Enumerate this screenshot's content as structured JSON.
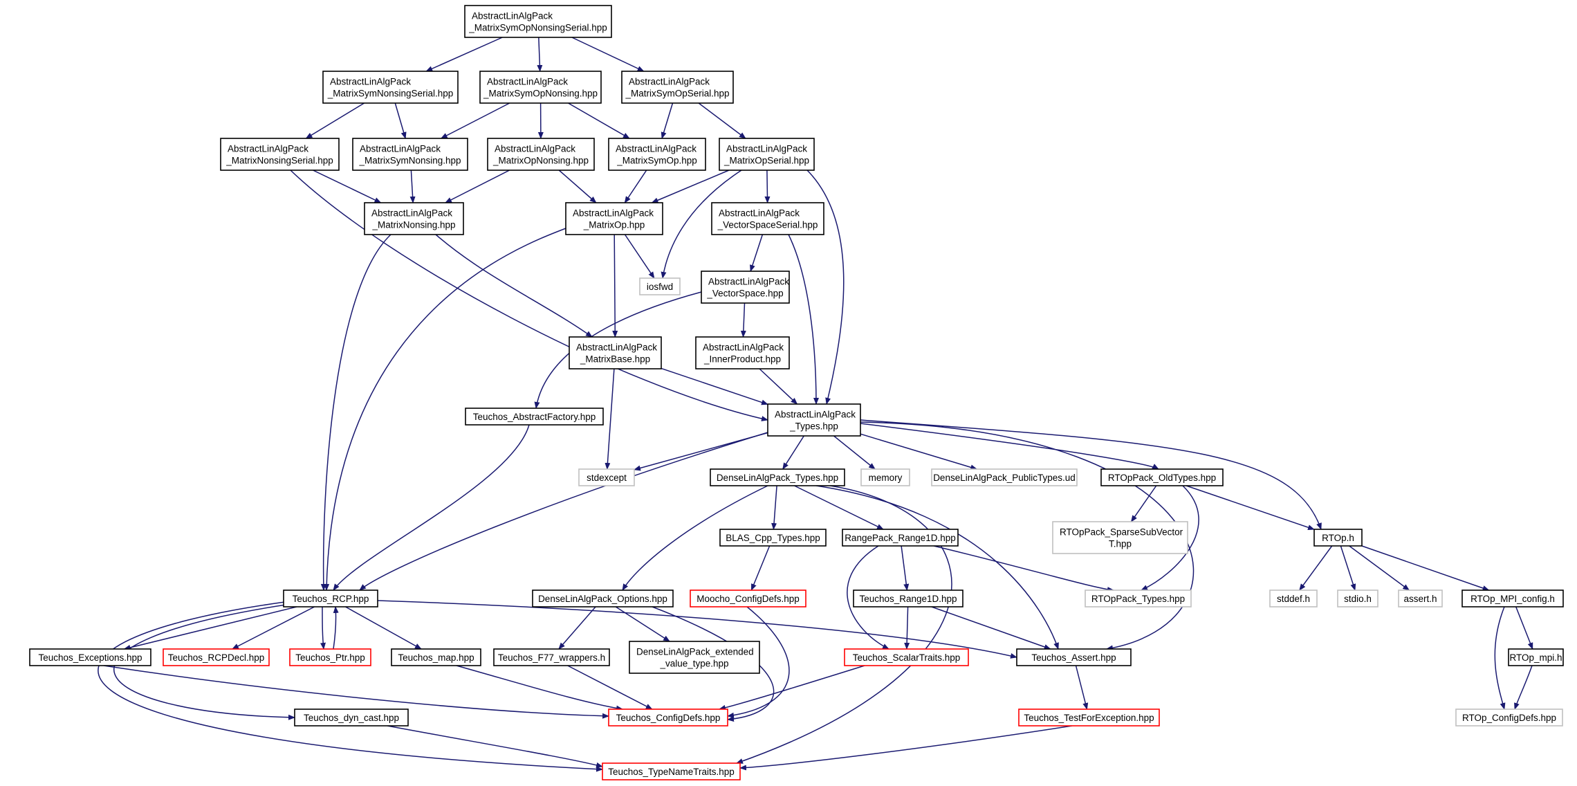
{
  "colors": {
    "edge": "#191970",
    "border_normal": "#000000",
    "border_missing": "#bfbfbf",
    "border_truncated": "#ff0000",
    "fill_root": "#bfbfbf",
    "fill_default": "#ffffff"
  },
  "nodes": [
    {
      "id": "n_root",
      "style": "root",
      "lines": [
        "AbstractLinAlgPack",
        "_MatrixSymOpNonsingSerial.hpp"
      ]
    },
    {
      "id": "n_msns",
      "style": "normal",
      "lines": [
        "AbstractLinAlgPack",
        "_MatrixSymNonsingSerial.hpp"
      ]
    },
    {
      "id": "n_msopn",
      "style": "normal",
      "lines": [
        "AbstractLinAlgPack",
        "_MatrixSymOpNonsing.hpp"
      ]
    },
    {
      "id": "n_msos",
      "style": "normal",
      "lines": [
        "AbstractLinAlgPack",
        "_MatrixSymOpSerial.hpp"
      ]
    },
    {
      "id": "n_mnss",
      "style": "normal",
      "lines": [
        "AbstractLinAlgPack",
        "_MatrixNonsingSerial.hpp"
      ]
    },
    {
      "id": "n_msn",
      "style": "normal",
      "lines": [
        "AbstractLinAlgPack",
        "_MatrixSymNonsing.hpp"
      ]
    },
    {
      "id": "n_mon",
      "style": "normal",
      "lines": [
        "AbstractLinAlgPack",
        "_MatrixOpNonsing.hpp"
      ]
    },
    {
      "id": "n_mso",
      "style": "normal",
      "lines": [
        "AbstractLinAlgPack",
        "_MatrixSymOp.hpp"
      ]
    },
    {
      "id": "n_mos",
      "style": "normal",
      "lines": [
        "AbstractLinAlgPack",
        "_MatrixOpSerial.hpp"
      ]
    },
    {
      "id": "n_mn",
      "style": "normal",
      "lines": [
        "AbstractLinAlgPack",
        "_MatrixNonsing.hpp"
      ]
    },
    {
      "id": "n_mo",
      "style": "normal",
      "lines": [
        "AbstractLinAlgPack",
        "_MatrixOp.hpp"
      ]
    },
    {
      "id": "n_vss",
      "style": "normal",
      "lines": [
        "AbstractLinAlgPack",
        "_VectorSpaceSerial.hpp"
      ]
    },
    {
      "id": "n_iosfwd",
      "style": "missing",
      "lines": [
        "iosfwd"
      ]
    },
    {
      "id": "n_vs",
      "style": "normal",
      "lines": [
        "AbstractLinAlgPack",
        "_VectorSpace.hpp"
      ]
    },
    {
      "id": "n_mb",
      "style": "normal",
      "lines": [
        "AbstractLinAlgPack",
        "_MatrixBase.hpp"
      ]
    },
    {
      "id": "n_ip",
      "style": "normal",
      "lines": [
        "AbstractLinAlgPack",
        "_InnerProduct.hpp"
      ]
    },
    {
      "id": "n_taf",
      "style": "normal",
      "lines": [
        "Teuchos_AbstractFactory.hpp"
      ]
    },
    {
      "id": "n_types",
      "style": "normal",
      "lines": [
        "AbstractLinAlgPack",
        "_Types.hpp"
      ]
    },
    {
      "id": "n_stdexcept",
      "style": "missing",
      "lines": [
        "stdexcept"
      ]
    },
    {
      "id": "n_dlt",
      "style": "normal",
      "lines": [
        "DenseLinAlgPack_Types.hpp"
      ]
    },
    {
      "id": "n_memory",
      "style": "missing",
      "lines": [
        "memory"
      ]
    },
    {
      "id": "n_dlpt",
      "style": "missing",
      "lines": [
        "DenseLinAlgPack_PublicTypes.ud"
      ]
    },
    {
      "id": "n_rtopold",
      "style": "normal",
      "lines": [
        "RTOpPack_OldTypes.hpp"
      ]
    },
    {
      "id": "n_blas",
      "style": "normal",
      "lines": [
        "BLAS_Cpp_Types.hpp"
      ]
    },
    {
      "id": "n_rr1d",
      "style": "normal",
      "lines": [
        "RangePack_Range1D.hpp"
      ]
    },
    {
      "id": "n_rtssv",
      "style": "missing",
      "lines": [
        "RTOpPack_SparseSubVector",
        "T.hpp"
      ]
    },
    {
      "id": "n_rtoph",
      "style": "normal",
      "lines": [
        "RTOp.h"
      ]
    },
    {
      "id": "n_rcp",
      "style": "normal",
      "lines": [
        "Teuchos_RCP.hpp"
      ]
    },
    {
      "id": "n_dlo",
      "style": "normal",
      "lines": [
        "DenseLinAlgPack_Options.hpp"
      ]
    },
    {
      "id": "n_mcd",
      "style": "truncated",
      "lines": [
        "Moocho_ConfigDefs.hpp"
      ]
    },
    {
      "id": "n_tr1d",
      "style": "normal",
      "lines": [
        "Teuchos_Range1D.hpp"
      ]
    },
    {
      "id": "n_rtpt",
      "style": "missing",
      "lines": [
        "RTOpPack_Types.hpp"
      ]
    },
    {
      "id": "n_stddef",
      "style": "missing",
      "lines": [
        "stddef.h"
      ]
    },
    {
      "id": "n_stdio",
      "style": "missing",
      "lines": [
        "stdio.h"
      ]
    },
    {
      "id": "n_assert",
      "style": "missing",
      "lines": [
        "assert.h"
      ]
    },
    {
      "id": "n_rtmpic",
      "style": "normal",
      "lines": [
        "RTOp_MPI_config.h"
      ]
    },
    {
      "id": "n_texc",
      "style": "normal",
      "lines": [
        "Teuchos_Exceptions.hpp"
      ]
    },
    {
      "id": "n_rcpdecl",
      "style": "truncated",
      "lines": [
        "Teuchos_RCPDecl.hpp"
      ]
    },
    {
      "id": "n_ptr",
      "style": "truncated",
      "lines": [
        "Teuchos_Ptr.hpp"
      ]
    },
    {
      "id": "n_tmap",
      "style": "normal",
      "lines": [
        "Teuchos_map.hpp"
      ]
    },
    {
      "id": "n_f77",
      "style": "normal",
      "lines": [
        "Teuchos_F77_wrappers.h"
      ]
    },
    {
      "id": "n_dlext",
      "style": "normal",
      "lines": [
        "DenseLinAlgPack_extended",
        "_value_type.hpp"
      ]
    },
    {
      "id": "n_tst",
      "style": "truncated",
      "lines": [
        "Teuchos_ScalarTraits.hpp"
      ]
    },
    {
      "id": "n_tassert",
      "style": "normal",
      "lines": [
        "Teuchos_Assert.hpp"
      ]
    },
    {
      "id": "n_rtmpih",
      "style": "normal",
      "lines": [
        "RTOp_mpi.h"
      ]
    },
    {
      "id": "n_tcd",
      "style": "truncated",
      "lines": [
        "Teuchos_ConfigDefs.hpp"
      ]
    },
    {
      "id": "n_tdc",
      "style": "normal",
      "lines": [
        "Teuchos_dyn_cast.hpp"
      ]
    },
    {
      "id": "n_tfe",
      "style": "truncated",
      "lines": [
        "Teuchos_TestForException.hpp"
      ]
    },
    {
      "id": "n_rtcd",
      "style": "missing",
      "lines": [
        "RTOp_ConfigDefs.hpp"
      ]
    },
    {
      "id": "n_tntt",
      "style": "truncated",
      "lines": [
        "Teuchos_TypeNameTraits.hpp"
      ]
    }
  ],
  "edges": [
    [
      "n_root",
      "n_msns"
    ],
    [
      "n_root",
      "n_msopn"
    ],
    [
      "n_root",
      "n_msos"
    ],
    [
      "n_msns",
      "n_mnss"
    ],
    [
      "n_msns",
      "n_msn"
    ],
    [
      "n_msopn",
      "n_msn"
    ],
    [
      "n_msopn",
      "n_mon"
    ],
    [
      "n_msopn",
      "n_mso"
    ],
    [
      "n_msos",
      "n_mso"
    ],
    [
      "n_msos",
      "n_mos"
    ],
    [
      "n_mnss",
      "n_mn"
    ],
    [
      "n_mnss",
      "n_types"
    ],
    [
      "n_msn",
      "n_mn"
    ],
    [
      "n_mon",
      "n_mn"
    ],
    [
      "n_mon",
      "n_mo"
    ],
    [
      "n_mso",
      "n_mo"
    ],
    [
      "n_mos",
      "n_mo"
    ],
    [
      "n_mos",
      "n_iosfwd"
    ],
    [
      "n_mos",
      "n_vss"
    ],
    [
      "n_mos",
      "n_types"
    ],
    [
      "n_mn",
      "n_rcp"
    ],
    [
      "n_mn",
      "n_mb"
    ],
    [
      "n_mo",
      "n_rcp"
    ],
    [
      "n_mo",
      "n_iosfwd"
    ],
    [
      "n_mo",
      "n_mb"
    ],
    [
      "n_vss",
      "n_vs"
    ],
    [
      "n_vss",
      "n_types"
    ],
    [
      "n_vs",
      "n_taf"
    ],
    [
      "n_vs",
      "n_ip"
    ],
    [
      "n_ip",
      "n_types"
    ],
    [
      "n_mb",
      "n_types"
    ],
    [
      "n_mb",
      "n_stdexcept"
    ],
    [
      "n_taf",
      "n_rcp"
    ],
    [
      "n_types",
      "n_stdexcept"
    ],
    [
      "n_types",
      "n_rcp"
    ],
    [
      "n_types",
      "n_dlt"
    ],
    [
      "n_types",
      "n_memory"
    ],
    [
      "n_types",
      "n_dlpt"
    ],
    [
      "n_types",
      "n_rtopold"
    ],
    [
      "n_types",
      "n_rtoph"
    ],
    [
      "n_types",
      "n_tassert"
    ],
    [
      "n_dlt",
      "n_dlo"
    ],
    [
      "n_dlt",
      "n_blas"
    ],
    [
      "n_dlt",
      "n_rr1d"
    ],
    [
      "n_dlt",
      "n_tassert"
    ],
    [
      "n_dlt",
      "n_tntt"
    ],
    [
      "n_rtopold",
      "n_rtssv"
    ],
    [
      "n_rtopold",
      "n_rtpt"
    ],
    [
      "n_rtopold",
      "n_rtoph"
    ],
    [
      "n_blas",
      "n_mcd"
    ],
    [
      "n_rr1d",
      "n_tr1d"
    ],
    [
      "n_rr1d",
      "n_tst"
    ],
    [
      "n_rr1d",
      "n_rtpt"
    ],
    [
      "n_rtoph",
      "n_stddef"
    ],
    [
      "n_rtoph",
      "n_stdio"
    ],
    [
      "n_rtoph",
      "n_assert"
    ],
    [
      "n_rtoph",
      "n_rtmpic"
    ],
    [
      "n_rtmpic",
      "n_rtmpih"
    ],
    [
      "n_rtmpic",
      "n_rtcd"
    ],
    [
      "n_rtmpih",
      "n_rtcd"
    ],
    [
      "n_rcp",
      "n_texc"
    ],
    [
      "n_rcp",
      "n_rcpdecl"
    ],
    [
      "n_rcp",
      "n_ptr"
    ],
    [
      "n_rcp",
      "n_tmap"
    ],
    [
      "n_rcp",
      "n_tassert"
    ],
    [
      "n_rcp",
      "n_tdc"
    ],
    [
      "n_rcp",
      "n_tntt"
    ],
    [
      "n_ptr",
      "n_rcp"
    ],
    [
      "n_dlo",
      "n_f77"
    ],
    [
      "n_dlo",
      "n_dlext"
    ],
    [
      "n_dlo",
      "n_tcd"
    ],
    [
      "n_mcd",
      "n_tcd"
    ],
    [
      "n_tr1d",
      "n_tst"
    ],
    [
      "n_tr1d",
      "n_tassert"
    ],
    [
      "n_tst",
      "n_tcd"
    ],
    [
      "n_texc",
      "n_tcd"
    ],
    [
      "n_tmap",
      "n_tcd"
    ],
    [
      "n_f77",
      "n_tcd"
    ],
    [
      "n_tassert",
      "n_tfe"
    ],
    [
      "n_tfe",
      "n_tntt"
    ],
    [
      "n_tdc",
      "n_tntt"
    ]
  ]
}
